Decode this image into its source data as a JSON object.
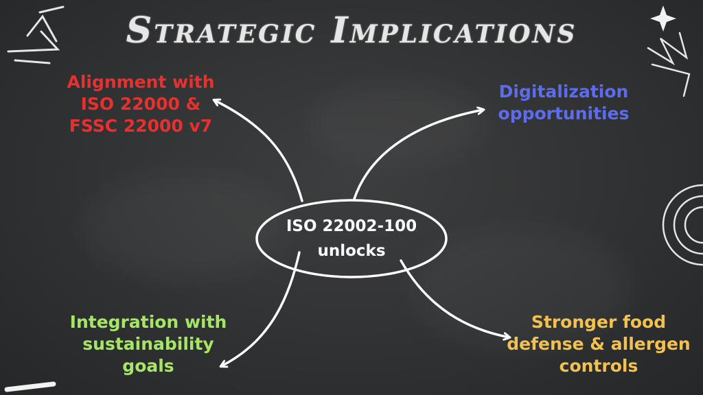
{
  "title": "Strategic Implications",
  "center": {
    "lines": [
      "ISO 22002-100",
      "unlocks"
    ]
  },
  "nodes": {
    "top_left": {
      "lines": [
        "Alignment with",
        "ISO 22000 &",
        "FSSC 22000 v7"
      ],
      "color": "#e8302e"
    },
    "top_right": {
      "lines": [
        "Digitalization",
        "opportunities"
      ],
      "color": "#5b6cf0"
    },
    "bottom_left": {
      "lines": [
        "Integration with",
        "sustainability",
        "goals"
      ],
      "color": "#a6e665"
    },
    "bottom_right": {
      "lines": [
        "Stronger food",
        "defense & allergen",
        "controls"
      ],
      "color": "#f2c14e"
    }
  },
  "colors": {
    "chalk": "#ffffff",
    "background": "#333435"
  }
}
